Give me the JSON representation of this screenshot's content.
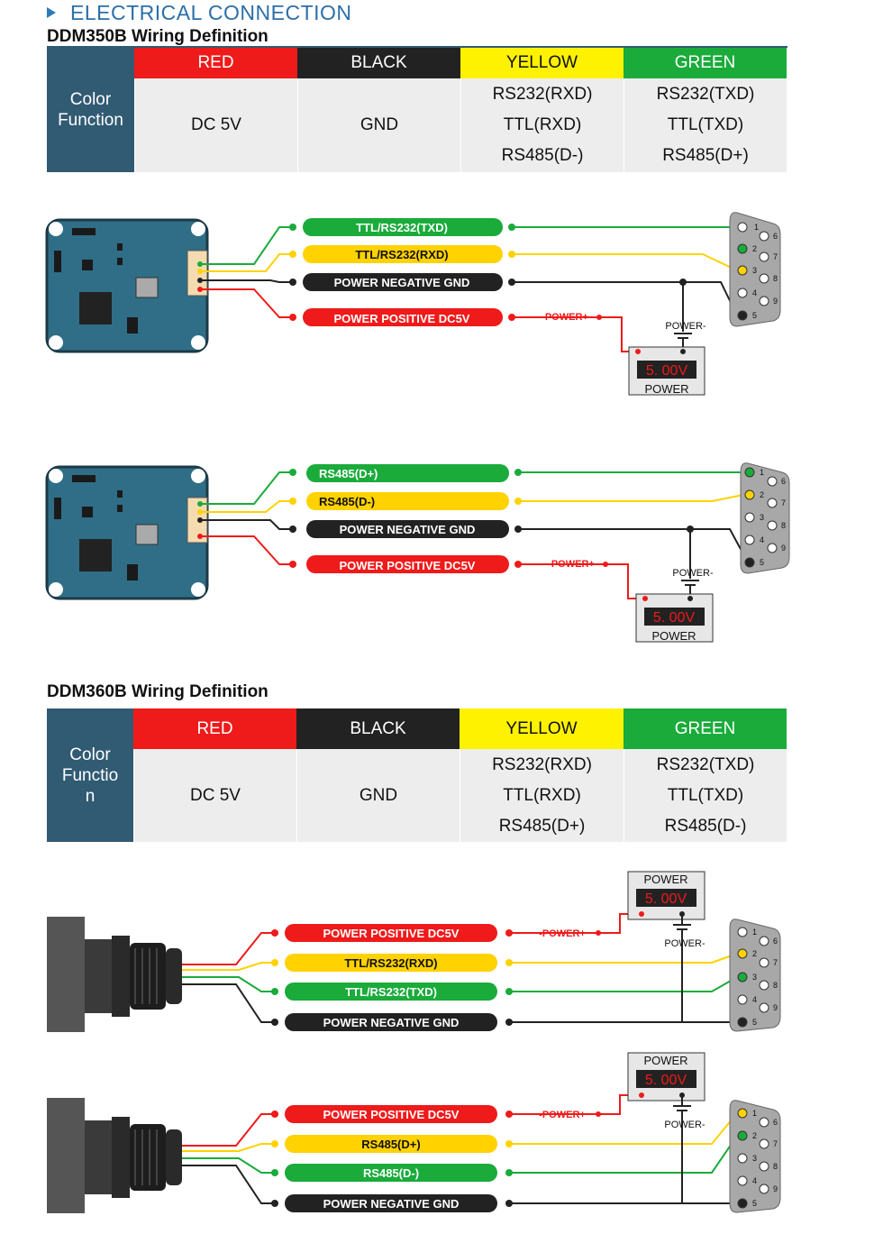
{
  "section_title": "ELECTRICAL CONNECTION",
  "ddm350": {
    "title": "DDM350B Wiring Definition",
    "table": {
      "lead": "Color\nFunction",
      "headers": [
        "RED",
        "BLACK",
        "YELLOW",
        "GREEN"
      ],
      "cells": [
        [
          "DC 5V"
        ],
        [
          "GND"
        ],
        [
          "RS232(RXD)",
          "TTL(RXD)",
          "RS485(D-)"
        ],
        [
          "RS232(TXD)",
          "TTL(TXD)",
          "RS485(D+)"
        ]
      ]
    },
    "diagram1": {
      "labels": [
        "TTL/RS232(TXD)",
        "TTL/RS232(RXD)",
        "POWER NEGATIVE GND",
        "POWER POSITIVE DC5V"
      ],
      "power_plus": "-POWER+",
      "power_minus": "POWER-",
      "supply_display": "5. 00V",
      "supply_label": "POWER",
      "pins_left": [
        "1",
        "2",
        "3",
        "4",
        "5"
      ],
      "pins_right": [
        "6",
        "7",
        "8",
        "9"
      ]
    },
    "diagram2": {
      "labels": [
        "RS485(D+)",
        "RS485(D-)",
        "POWER NEGATIVE GND",
        "POWER POSITIVE DC5V"
      ],
      "power_plus": "-POWER+",
      "power_minus": "POWER-",
      "supply_display": "5. 00V",
      "supply_label": "POWER",
      "pins_left": [
        "1",
        "2",
        "3",
        "4",
        "5"
      ],
      "pins_right": [
        "6",
        "7",
        "8",
        "9"
      ]
    }
  },
  "ddm360": {
    "title": "DDM360B Wiring Definition",
    "table": {
      "lead": "Color\nFunctio\nn",
      "headers": [
        "RED",
        "BLACK",
        "YELLOW",
        "GREEN"
      ],
      "cells": [
        [
          "DC 5V"
        ],
        [
          "GND"
        ],
        [
          "RS232(RXD)",
          "TTL(RXD)",
          "RS485(D+)"
        ],
        [
          "RS232(TXD)",
          "TTL(TXD)",
          "RS485(D-)"
        ]
      ]
    },
    "diagram3": {
      "labels": [
        "POWER POSITIVE DC5V",
        "TTL/RS232(RXD)",
        "TTL/RS232(TXD)",
        "POWER NEGATIVE GND"
      ],
      "power_plus": "-POWER+",
      "power_minus": "POWER-",
      "supply_display": "5. 00V",
      "supply_label": "POWER",
      "pins_left": [
        "1",
        "2",
        "3",
        "4",
        "5"
      ],
      "pins_right": [
        "6",
        "7",
        "8",
        "9"
      ]
    },
    "diagram4": {
      "labels": [
        "POWER POSITIVE DC5V",
        "RS485(D+)",
        "RS485(D-)",
        "POWER NEGATIVE GND"
      ],
      "power_plus": "-POWER+",
      "power_minus": "POWER-",
      "supply_display": "5. 00V",
      "supply_label": "POWER",
      "pins_left": [
        "1",
        "2",
        "3",
        "4",
        "5"
      ],
      "pins_right": [
        "6",
        "7",
        "8",
        "9"
      ]
    }
  },
  "colors": {
    "red": "#ef1a1a",
    "black": "#222222",
    "yellow": "#ffd200",
    "green": "#1aab3b",
    "board": "#2f6e86",
    "table_lead": "#315a73",
    "heading": "#2b6fa9"
  }
}
